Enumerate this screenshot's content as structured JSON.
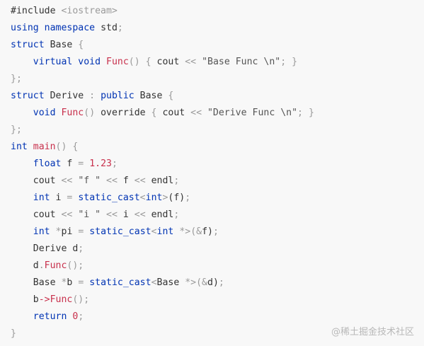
{
  "theme": {
    "background": "#f8f8f8",
    "keyword_color": "#0033b3",
    "function_color": "#c8304c",
    "number_color": "#c8304c",
    "operator_color": "#9a9a9a",
    "text_color": "#333333",
    "watermark_color": "#b8b8b8"
  },
  "code": {
    "lines": [
      [
        {
          "t": "#include ",
          "c": "pp"
        },
        {
          "t": "<iostream>",
          "c": "op"
        }
      ],
      [
        {
          "t": "using",
          "c": "kw"
        },
        {
          "t": " "
        },
        {
          "t": "namespace",
          "c": "kw"
        },
        {
          "t": " std"
        },
        {
          "t": ";",
          "c": "op"
        }
      ],
      [
        {
          "t": "struct",
          "c": "kw"
        },
        {
          "t": " Base "
        },
        {
          "t": "{",
          "c": "op"
        }
      ],
      [
        {
          "t": "    "
        },
        {
          "t": "virtual",
          "c": "kw"
        },
        {
          "t": " "
        },
        {
          "t": "void",
          "c": "kw"
        },
        {
          "t": " "
        },
        {
          "t": "Func",
          "c": "fn"
        },
        {
          "t": "()",
          "c": "op"
        },
        {
          "t": " "
        },
        {
          "t": "{",
          "c": "op"
        },
        {
          "t": " cout "
        },
        {
          "t": "<<",
          "c": "op"
        },
        {
          "t": " "
        },
        {
          "t": "\"Base Func \\n\"",
          "c": "str"
        },
        {
          "t": ";",
          "c": "op"
        },
        {
          "t": " "
        },
        {
          "t": "}",
          "c": "op"
        }
      ],
      [
        {
          "t": "};",
          "c": "op"
        }
      ],
      [
        {
          "t": "struct",
          "c": "kw"
        },
        {
          "t": " Derive "
        },
        {
          "t": ":",
          "c": "op"
        },
        {
          "t": " "
        },
        {
          "t": "public",
          "c": "kw"
        },
        {
          "t": " Base "
        },
        {
          "t": "{",
          "c": "op"
        }
      ],
      [
        {
          "t": "    "
        },
        {
          "t": "void",
          "c": "kw"
        },
        {
          "t": " "
        },
        {
          "t": "Func",
          "c": "fn"
        },
        {
          "t": "()",
          "c": "op"
        },
        {
          "t": " override "
        },
        {
          "t": "{",
          "c": "op"
        },
        {
          "t": " cout "
        },
        {
          "t": "<<",
          "c": "op"
        },
        {
          "t": " "
        },
        {
          "t": "\"Derive Func \\n\"",
          "c": "str"
        },
        {
          "t": ";",
          "c": "op"
        },
        {
          "t": " "
        },
        {
          "t": "}",
          "c": "op"
        }
      ],
      [
        {
          "t": "};",
          "c": "op"
        }
      ],
      [
        {
          "t": "int",
          "c": "kw"
        },
        {
          "t": " "
        },
        {
          "t": "main",
          "c": "fn"
        },
        {
          "t": "()",
          "c": "op"
        },
        {
          "t": " "
        },
        {
          "t": "{",
          "c": "op"
        }
      ],
      [
        {
          "t": "    "
        },
        {
          "t": "float",
          "c": "kw"
        },
        {
          "t": " f "
        },
        {
          "t": "=",
          "c": "op"
        },
        {
          "t": " "
        },
        {
          "t": "1.23",
          "c": "num"
        },
        {
          "t": ";",
          "c": "op"
        }
      ],
      [
        {
          "t": "    cout "
        },
        {
          "t": "<<",
          "c": "op"
        },
        {
          "t": " "
        },
        {
          "t": "\"f \"",
          "c": "str"
        },
        {
          "t": " "
        },
        {
          "t": "<<",
          "c": "op"
        },
        {
          "t": " f "
        },
        {
          "t": "<<",
          "c": "op"
        },
        {
          "t": " endl"
        },
        {
          "t": ";",
          "c": "op"
        }
      ],
      [
        {
          "t": "    "
        },
        {
          "t": "int",
          "c": "kw"
        },
        {
          "t": " i "
        },
        {
          "t": "=",
          "c": "op"
        },
        {
          "t": " "
        },
        {
          "t": "static_cast",
          "c": "kw"
        },
        {
          "t": "<",
          "c": "op"
        },
        {
          "t": "int",
          "c": "kw"
        },
        {
          "t": ">",
          "c": "op"
        },
        {
          "t": "(f)"
        },
        {
          "t": ";",
          "c": "op"
        }
      ],
      [
        {
          "t": "    cout "
        },
        {
          "t": "<<",
          "c": "op"
        },
        {
          "t": " "
        },
        {
          "t": "\"i \"",
          "c": "str"
        },
        {
          "t": " "
        },
        {
          "t": "<<",
          "c": "op"
        },
        {
          "t": " i "
        },
        {
          "t": "<<",
          "c": "op"
        },
        {
          "t": " endl"
        },
        {
          "t": ";",
          "c": "op"
        }
      ],
      [
        {
          "t": "    "
        },
        {
          "t": "int",
          "c": "kw"
        },
        {
          "t": " "
        },
        {
          "t": "*",
          "c": "op"
        },
        {
          "t": "pi "
        },
        {
          "t": "=",
          "c": "op"
        },
        {
          "t": " "
        },
        {
          "t": "static_cast",
          "c": "kw"
        },
        {
          "t": "<",
          "c": "op"
        },
        {
          "t": "int",
          "c": "kw"
        },
        {
          "t": " "
        },
        {
          "t": "*>(",
          "c": "op"
        },
        {
          "t": "&",
          "c": "op"
        },
        {
          "t": "f)"
        },
        {
          "t": ";",
          "c": "op"
        }
      ],
      [
        {
          "t": "    Derive d"
        },
        {
          "t": ";",
          "c": "op"
        }
      ],
      [
        {
          "t": "    d"
        },
        {
          "t": ".",
          "c": "op"
        },
        {
          "t": "Func",
          "c": "fn"
        },
        {
          "t": "();",
          "c": "op"
        }
      ],
      [
        {
          "t": "    Base "
        },
        {
          "t": "*",
          "c": "op"
        },
        {
          "t": "b "
        },
        {
          "t": "=",
          "c": "op"
        },
        {
          "t": " "
        },
        {
          "t": "static_cast",
          "c": "kw"
        },
        {
          "t": "<",
          "c": "op"
        },
        {
          "t": "Base "
        },
        {
          "t": "*>(",
          "c": "op"
        },
        {
          "t": "&",
          "c": "op"
        },
        {
          "t": "d)"
        },
        {
          "t": ";",
          "c": "op"
        }
      ],
      [
        {
          "t": "    b"
        },
        {
          "t": "->",
          "c": "fn"
        },
        {
          "t": "Func",
          "c": "fn"
        },
        {
          "t": "();",
          "c": "op"
        }
      ],
      [
        {
          "t": "    "
        },
        {
          "t": "return",
          "c": "kw"
        },
        {
          "t": " "
        },
        {
          "t": "0",
          "c": "num"
        },
        {
          "t": ";",
          "c": "op"
        }
      ],
      [
        {
          "t": "}",
          "c": "op"
        }
      ]
    ]
  },
  "watermark": {
    "text": "@稀土掘金技术社区"
  }
}
